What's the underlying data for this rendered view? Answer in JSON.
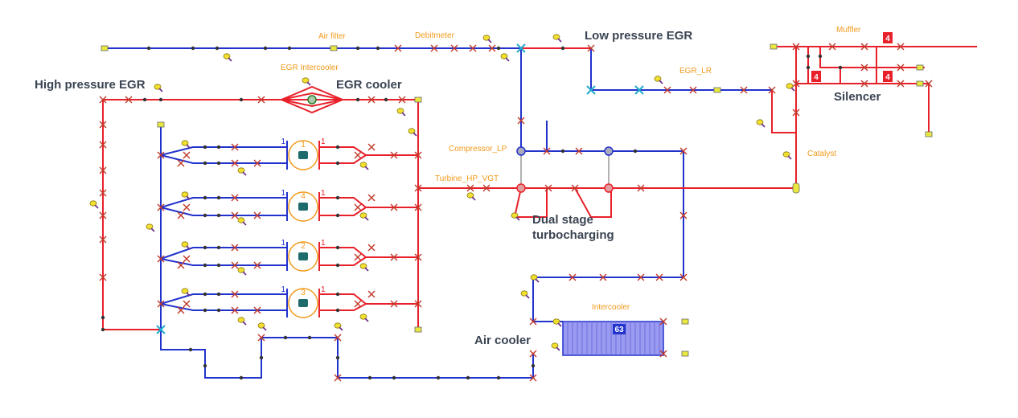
{
  "labels": {
    "air_filter": "Air filter",
    "debitmeter": "Debitmeter",
    "low_pressure_egr": "Low pressure EGR",
    "muffler": "Muffler",
    "high_pressure_egr": "High pressure EGR",
    "egr_intercooler": "EGR Intercooler",
    "egr_cooler": "EGR cooler",
    "egr_lr": "EGR_LR",
    "silencer": "Silencer",
    "compressor_lp": "Compressor_LP",
    "catalyst": "Catalyst",
    "turbine_hp_vgt": "Turbine_HP_VGT",
    "dual_stage_1": "Dual stage",
    "dual_stage_2": "turbocharging",
    "intercooler": "Intercooler",
    "air_cooler": "Air cooler"
  },
  "cylinders": [
    {
      "number": "1",
      "port_in": "1",
      "port_out": "1"
    },
    {
      "number": "4",
      "port_in": "1",
      "port_out": "1"
    },
    {
      "number": "2",
      "port_in": "1",
      "port_out": "1"
    },
    {
      "number": "3",
      "port_in": "1",
      "port_out": "1"
    }
  ],
  "badges": {
    "muffler_top": "4",
    "muffler_mid": "4",
    "muffler_low": "4",
    "intercooler_value": "63"
  },
  "colors": {
    "intake": "#2233cc",
    "exhaust": "#e8202a",
    "label_orange": "#f29a1c",
    "label_dark": "#3a4452",
    "cylinder": "#f29a1c",
    "intercooler_fill": "#9a9af0"
  }
}
